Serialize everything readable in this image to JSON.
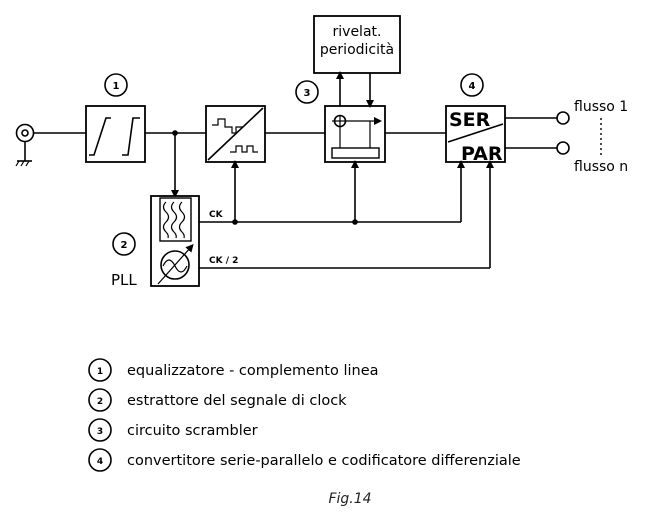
{
  "diagram": {
    "periodicity_block": {
      "line1": "rivelat.",
      "line2": "periodicità"
    },
    "serpar_block": {
      "top": "SER",
      "bottom": "PAR"
    },
    "outputs": {
      "first": "flusso 1",
      "last": "flusso n"
    },
    "pll_label": "PLL",
    "clock_labels": {
      "ck": "CK",
      "ck2": "CK / 2"
    },
    "markers": [
      "1",
      "2",
      "3",
      "4"
    ]
  },
  "legend": [
    {
      "number": "1",
      "text": "equalizzatore - complemento linea"
    },
    {
      "number": "2",
      "text": "estrattore del segnale di clock"
    },
    {
      "number": "3",
      "text": "circuito scrambler"
    },
    {
      "number": "4",
      "text": "convertitore serie-parallelo e codificatore differenziale"
    }
  ],
  "caption": "Fig.14",
  "colors": {
    "ink": "#000000",
    "background": "#ffffff"
  }
}
